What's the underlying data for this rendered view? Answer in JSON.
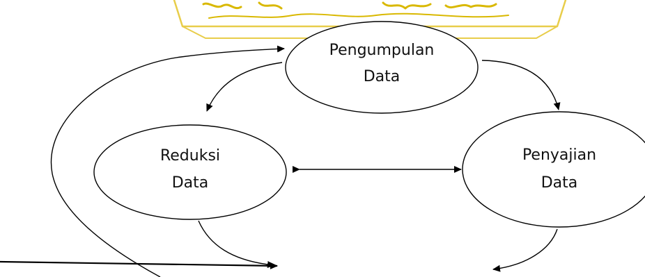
{
  "colors": {
    "line": "#000000",
    "text": "#111111",
    "watermark": "#d9b800"
  },
  "nodes": {
    "pengumpulan": {
      "line1": "Pengumpulan",
      "line2": "Data"
    },
    "reduksi": {
      "line1": "Reduksi",
      "line2": "Data"
    },
    "penyajian": {
      "line1": "Penyajian",
      "line2": "Data"
    }
  }
}
